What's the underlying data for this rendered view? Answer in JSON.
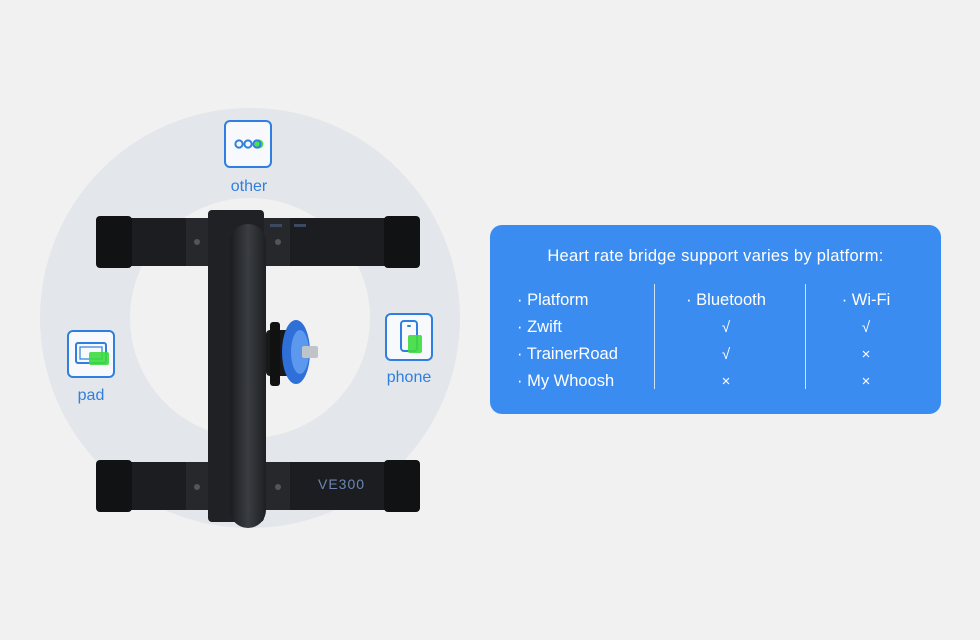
{
  "devices": {
    "other": {
      "label": "other",
      "icon": "more-dots-icon"
    },
    "pad": {
      "label": "pad",
      "icon": "tablet-icon"
    },
    "phone": {
      "label": "phone",
      "icon": "smartphone-icon"
    }
  },
  "trainer": {
    "model": "VE300"
  },
  "colors": {
    "accent": "#2f7fe0",
    "card": "#3b8cf0",
    "status_green": "#3ddc3d",
    "hub_blue": "#2f6fd8"
  },
  "support_card": {
    "title": "Heart rate bridge support varies by platform:",
    "headers": [
      "· Platform",
      "· Bluetooth",
      "· Wi-Fi"
    ],
    "rows": [
      {
        "platform": "· Zwift",
        "bluetooth": "√",
        "wifi": "√"
      },
      {
        "platform": "· TrainerRoad",
        "bluetooth": "√",
        "wifi": "×"
      },
      {
        "platform": "· My Whoosh",
        "bluetooth": "×",
        "wifi": "×"
      }
    ]
  }
}
